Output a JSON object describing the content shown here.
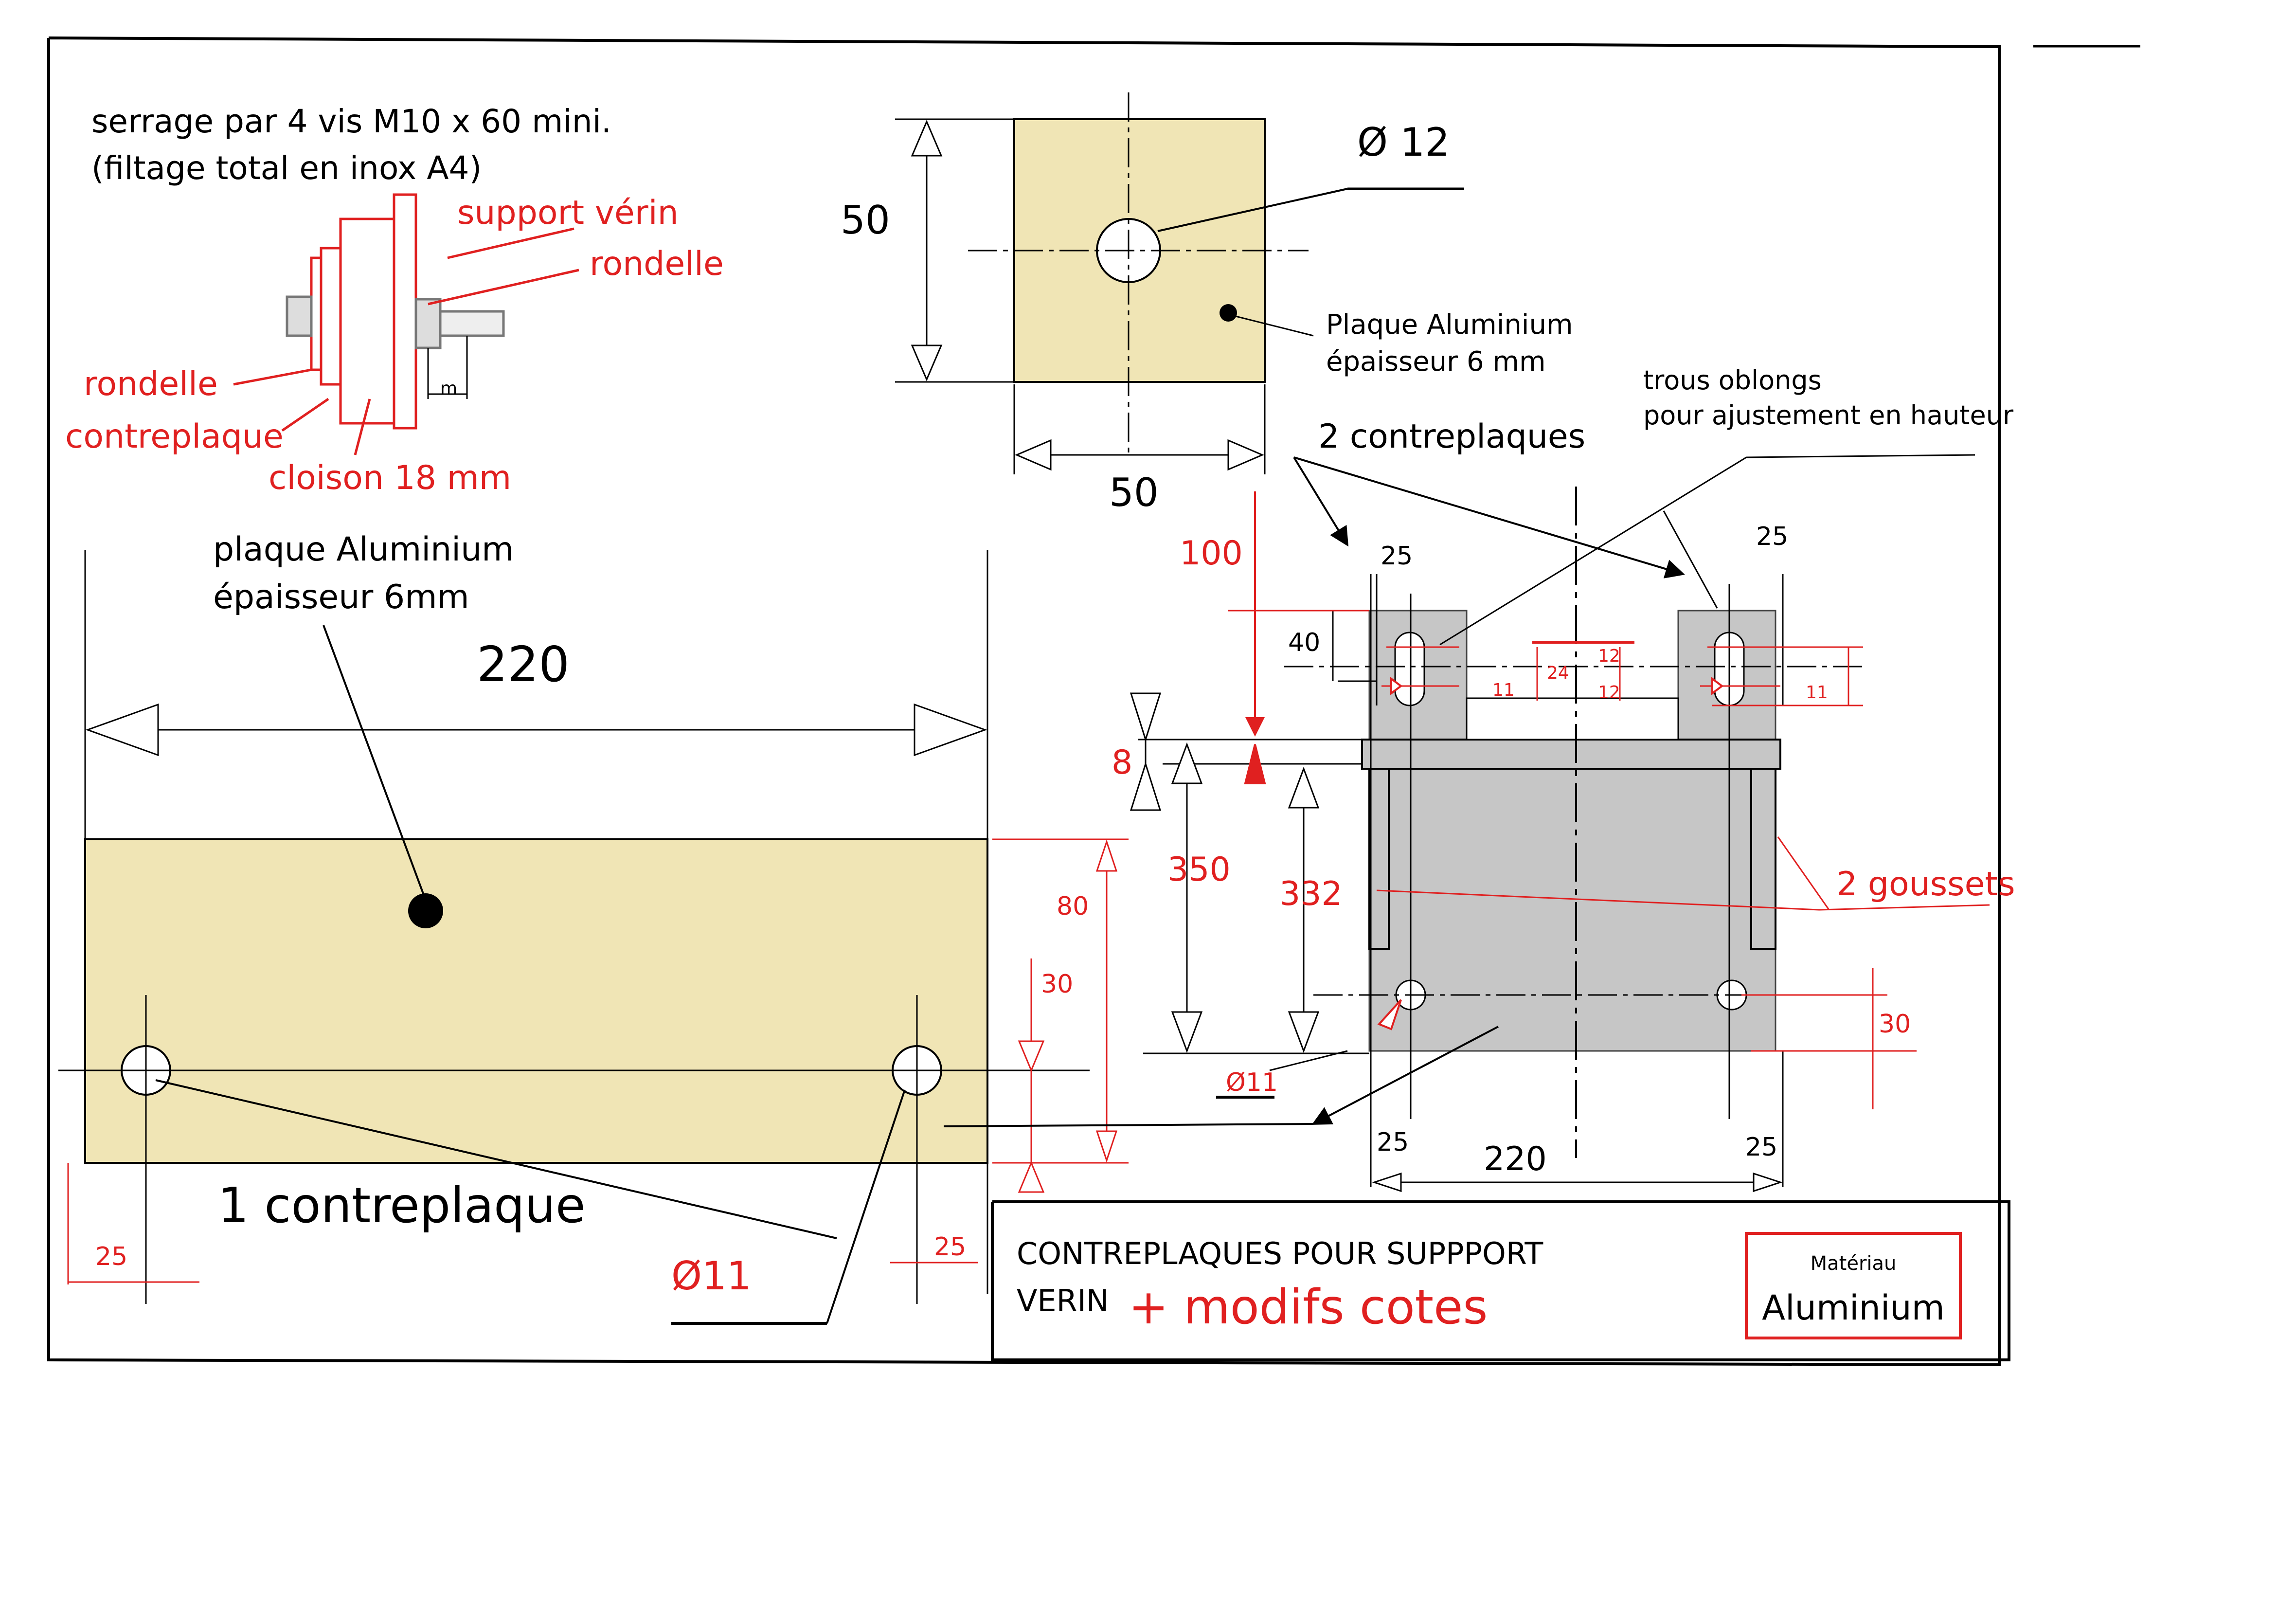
{
  "colors": {
    "sheet_line": "#000000",
    "annotation_red": "#e02020",
    "alu_plate_fill": "#f0e5b5",
    "contreplaque_fill": "#c6c6c6",
    "background": "#ffffff"
  },
  "notes": {
    "serrage_line1": "serrage par 4 vis M10 x 60 mini.",
    "serrage_line2": "(filtage total en inox A4)"
  },
  "assembly_labels": {
    "support_verin": "support vérin",
    "rondelle_right": "rondelle",
    "rondelle_left": "rondelle",
    "contreplaque": "contreplaque",
    "cloison": "cloison 18 mm",
    "m": "m"
  },
  "square_plate": {
    "height": "50",
    "width": "50",
    "diameter": "Ø 12",
    "label_line1": "Plaque Aluminium",
    "label_line2": "épaisseur 6 mm"
  },
  "long_plate": {
    "label_line1": "plaque Aluminium",
    "label_line2": "épaisseur 6mm",
    "width": "220",
    "height": "80",
    "hole_offset_v": "30",
    "left_offset": "25",
    "right_offset": "25",
    "caption": "1 contreplaque",
    "diameter": "Ø11"
  },
  "side_view": {
    "trous_line1": "trous oblongs",
    "trous_line2": "pour ajustement en hauteur",
    "caption": "2 contreplaques",
    "dim_100": "100",
    "dim_8": "8",
    "dim_350": "350",
    "dim_332": "332",
    "dim_40": "40",
    "dim_top_left": "25",
    "dim_top_right": "25",
    "slot_12_top": "12",
    "slot_24": "24",
    "slot_12_bottom": "12",
    "slot_11_left": "11",
    "slot_11_right": "11",
    "goussets": "2 goussets",
    "dim_30": "30",
    "diameter": "Ø11",
    "bottom_left": "25",
    "bottom_right": "25",
    "width": "220"
  },
  "title_block": {
    "title_line1": "CONTREPLAQUES POUR SUPPPORT",
    "title_line2": "VERIN",
    "modifs": "+ modifs cotes",
    "material_label": "Matériau",
    "material_value": "Aluminium"
  }
}
